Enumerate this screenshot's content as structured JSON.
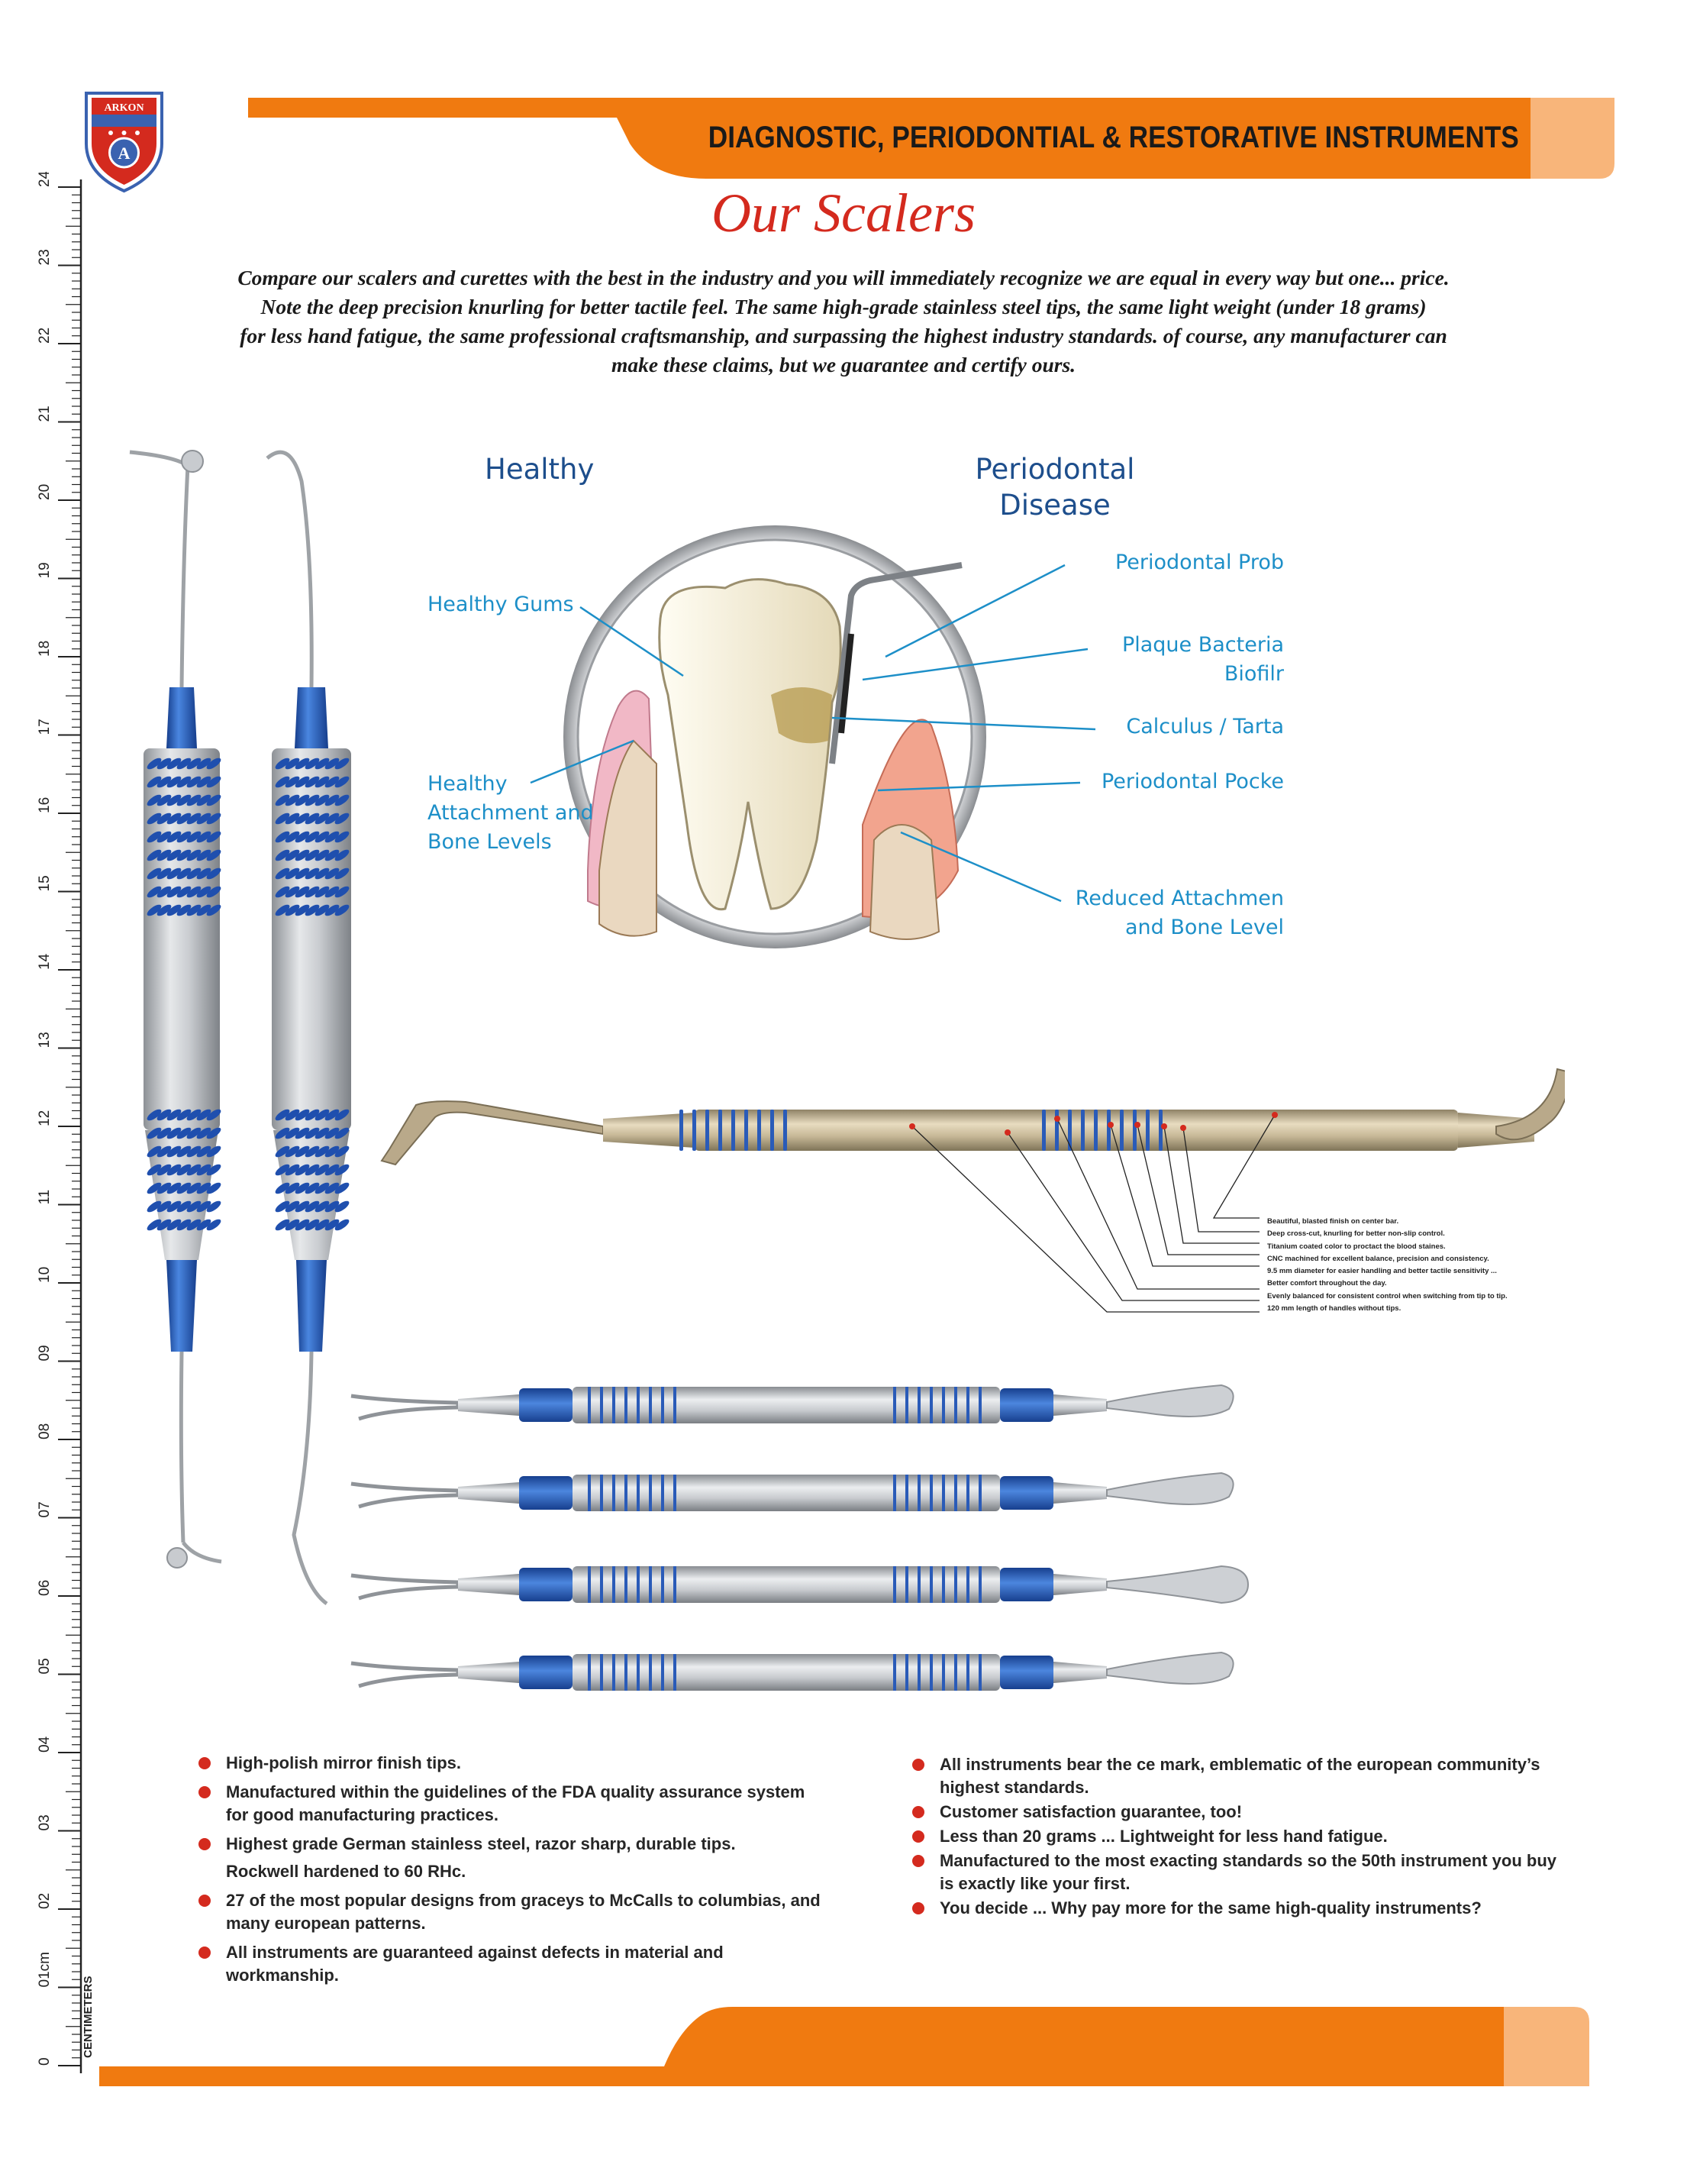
{
  "logo": {
    "text": "ARKON",
    "letter": "A"
  },
  "header": {
    "title": "DIAGNOSTIC, PERIODONTIAL & RESTORATIVE INSTRUMENTS"
  },
  "page_title": "Our Scalers",
  "intro": {
    "lines": [
      "Compare our scalers and curettes with the best in the industry and you will immediately recognize we are equal in every way but one... price.",
      "Note the deep precision knurling for better tactile feel. The same high-grade stainless steel tips, the same light weight (under 18 grams)",
      "for less hand fatigue, the same professional craftsmanship, and surpassing the highest industry standards. of course, any manufacturer can",
      "make these claims, but we guarantee and certify ours."
    ]
  },
  "ruler": {
    "unit_label": "CENTIMETERS",
    "labels": [
      "0",
      "01cm",
      "02",
      "03",
      "04",
      "05",
      "06",
      "07",
      "08",
      "09",
      "10",
      "11",
      "12",
      "13",
      "14",
      "15",
      "16",
      "17",
      "18",
      "19",
      "20",
      "21",
      "22",
      "23",
      "24"
    ]
  },
  "diagram": {
    "heading_left": "Healthy",
    "heading_right_line1": "Periodontal",
    "heading_right_line2": "Disease",
    "label_gums": "Healthy Gums",
    "label_attach_1": "Healthy",
    "label_attach_2": "Attachment and",
    "label_attach_3": "Bone Levels",
    "label_probe": "Periodontal Prob",
    "label_plaque_1": "Plaque Bacteria",
    "label_plaque_2": "Biofilr",
    "label_calculus": "Calculus / Tarta",
    "label_pocket": "Periodontal Pocke",
    "label_reduced_1": "Reduced Attachmen",
    "label_reduced_2": "and Bone Level"
  },
  "instrument_callouts": [
    "Beautiful, blasted finish on center bar.",
    "Deep cross-cut, knurling for better non-slip control.",
    "Titanium coated color to proctact the blood staines.",
    "CNC machined for excellent balance, precision and consistency.",
    "9.5 mm diameter for easier handling and better tactile sensitivity ...",
    "Better comfort throughout the day.",
    "Evenly balanced for consistent control when switching from tip to tip.",
    "120 mm length  of handles without tips."
  ],
  "features_left": [
    {
      "text": "High-polish mirror finish tips.",
      "dot": true
    },
    {
      "text": "Manufactured within the guidelines of the FDA quality assurance system for good manufacturing practices.",
      "dot": true
    },
    {
      "text": "Highest grade German stainless steel, razor sharp, durable tips.",
      "dot": true
    },
    {
      "text": "Rockwell hardened to 60 RHc.",
      "dot": false
    },
    {
      "text": "27 of the most popular designs from graceys to McCalls to columbias, and many european patterns.",
      "dot": true
    },
    {
      "text": "All instruments are guaranteed against defects in material and workmanship.",
      "dot": true
    }
  ],
  "features_right": [
    {
      "text": "All instruments bear the ce mark, emblematic of the european community’s highest standards."
    },
    {
      "text": "Customer satisfaction guarantee, too!"
    },
    {
      "text": "Less than 20 grams ... Lightweight for less hand fatigue."
    },
    {
      "text": "Manufactured to the most exacting standards so the 50th instrument you buy is exactly like your first."
    },
    {
      "text": "You decide ... Why pay more for the same high-quality instruments?"
    }
  ],
  "colors": {
    "accent_orange": "#f07a10",
    "band_tab": "#f8b57a",
    "title_red": "#d42a1e",
    "handle_blue": "#2a5bb8",
    "diagram_text": "#1d8fc8"
  },
  "icons": [
    "shield-logo-icon",
    "bullet-dot-icon"
  ]
}
